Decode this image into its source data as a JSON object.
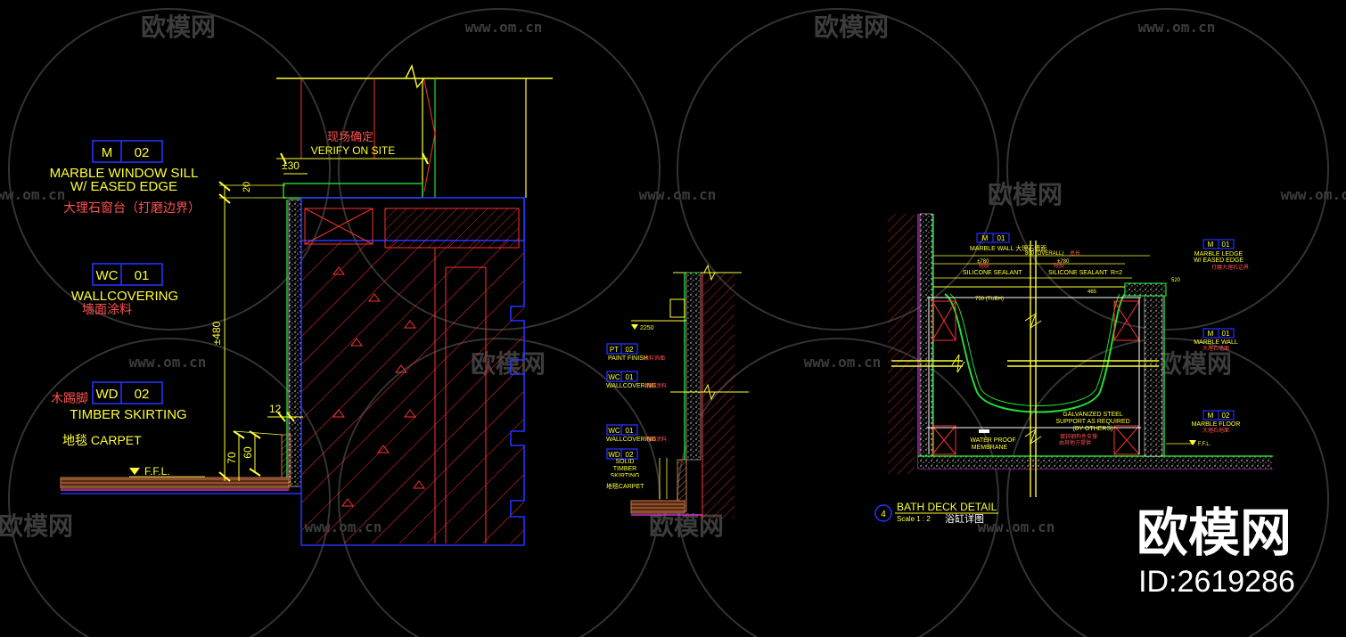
{
  "colors": {
    "background": "#000000",
    "yellow": "#ffff33",
    "red": "#ff3030",
    "blue": "#2233ff",
    "green": "#22dd33",
    "white": "#ffffff",
    "brown": "#c07850",
    "magenta": "#cc33cc",
    "watermark": "#3a3a3a"
  },
  "watermark": {
    "brand": "欧模网",
    "site": "www.om.cn",
    "big_brand": "欧模网",
    "id": "ID:2619286"
  },
  "detail_left": {
    "tags": [
      {
        "code": "M",
        "num": "02"
      },
      {
        "code": "WC",
        "num": "01"
      },
      {
        "code": "WD",
        "num": "02"
      }
    ],
    "marble_sill_en1": "MARBLE WINDOW SILL",
    "marble_sill_en2": "W/ EASED EDGE",
    "marble_sill_cn": "大理石窗台（打磨边界）",
    "wallcovering_en": "WALLCOVERING",
    "wallcovering_cn": "墙面涂料",
    "skirting_cn": "木踢脚",
    "skirting_en": "TIMBER SKIRTING",
    "carpet": "地毯 CARPET",
    "ffl": "F.F.L.",
    "verify_cn": "现场确定",
    "verify_en": "VERIFY ON SITE",
    "dim_30": "±30",
    "dim_20": "20",
    "dim_480": "±480",
    "dim_12": "12",
    "dim_70": "70",
    "dim_60": "60"
  },
  "detail_mid": {
    "level": "2250",
    "tags": [
      {
        "code": "PT",
        "num": "02",
        "label": "PAINT FINISH",
        "cn": "涂料饰面"
      },
      {
        "code": "WC",
        "num": "01",
        "label": "WALLCOVERING",
        "cn": "墙面涂料"
      },
      {
        "code": "WC",
        "num": "01",
        "label": "WALLCOVERING",
        "cn": "墙面涂料"
      },
      {
        "code": "WD",
        "num": "02",
        "label": "SOLID TIMBER SKIRTING",
        "cn": ""
      }
    ],
    "carpet": "地毯CARPET"
  },
  "detail_right": {
    "title": "BATH DECK DETAIL",
    "number": "4",
    "scale": "Scale 1 : 2",
    "title_cn": "浴缸详图",
    "marble_wall_top": "MARBLE WALL 大理石墙面",
    "overall": "800 (OVERALL)",
    "overall_cn": "总长",
    "dim_left": "±780",
    "dim_right": "±780",
    "silicone_left": "SILICONE SEALANT",
    "silicone_right": "SILICONE SEALANT",
    "silicone_cn": "硅胶",
    "r2": "R=2",
    "level_465": "465",
    "dim_750": "750 (TUBH)",
    "level_520": "520",
    "ffl": "F.F.L.",
    "galvanized": [
      "GALVANIZED STEEL",
      "SUPPORT AS REQUIRED",
      "(BY OTHERS)",
      "镀锌钢构件支撑",
      "由其他方提供"
    ],
    "waterproof": [
      "WATER PROOF",
      "MEMBRANE"
    ],
    "tags": [
      {
        "code": "M",
        "num": "01",
        "label1": "MARBLE LEDGE",
        "label2": "W/ EASED EDGE",
        "cn": "打磨大理石边界"
      },
      {
        "code": "M",
        "num": "01",
        "label1": "MARBLE WALL",
        "label2": "",
        "cn": "大理石墙面"
      },
      {
        "code": "M",
        "num": "02",
        "label1": "MARBLE FLOOR",
        "label2": "",
        "cn": "大理石地面"
      }
    ]
  }
}
